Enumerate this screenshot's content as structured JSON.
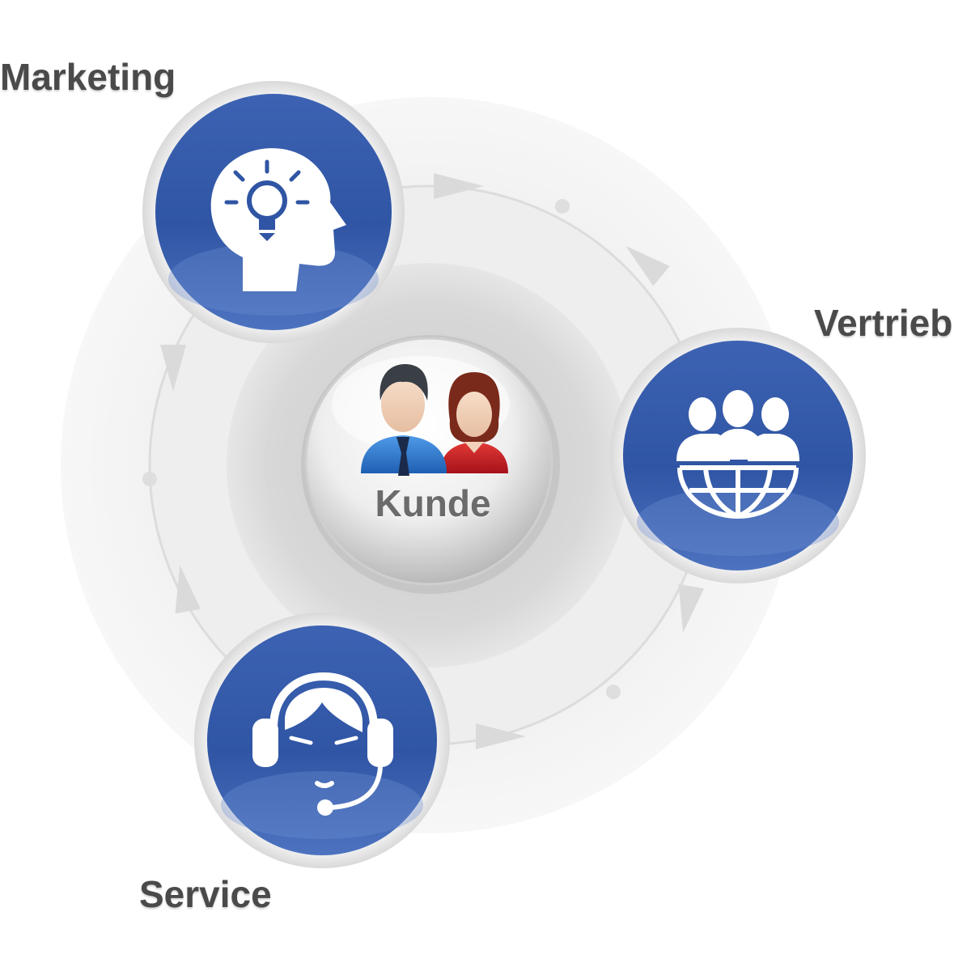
{
  "center": {
    "label": "Kunde",
    "icon": "customers-icon"
  },
  "nodes": [
    {
      "key": "marketing",
      "label": "Marketing",
      "icon": "head-lightbulb-icon"
    },
    {
      "key": "vertrieb",
      "label": "Vertrieb",
      "icon": "team-globe-icon"
    },
    {
      "key": "service",
      "label": "Service",
      "icon": "headset-agent-icon"
    }
  ],
  "colors": {
    "node_blue": "#2f55a4",
    "node_blue_light": "#5b7fc8",
    "ring_gray": "#ececec",
    "label_gray": "#4a4a4a",
    "center_text": "#6b6b6b"
  }
}
